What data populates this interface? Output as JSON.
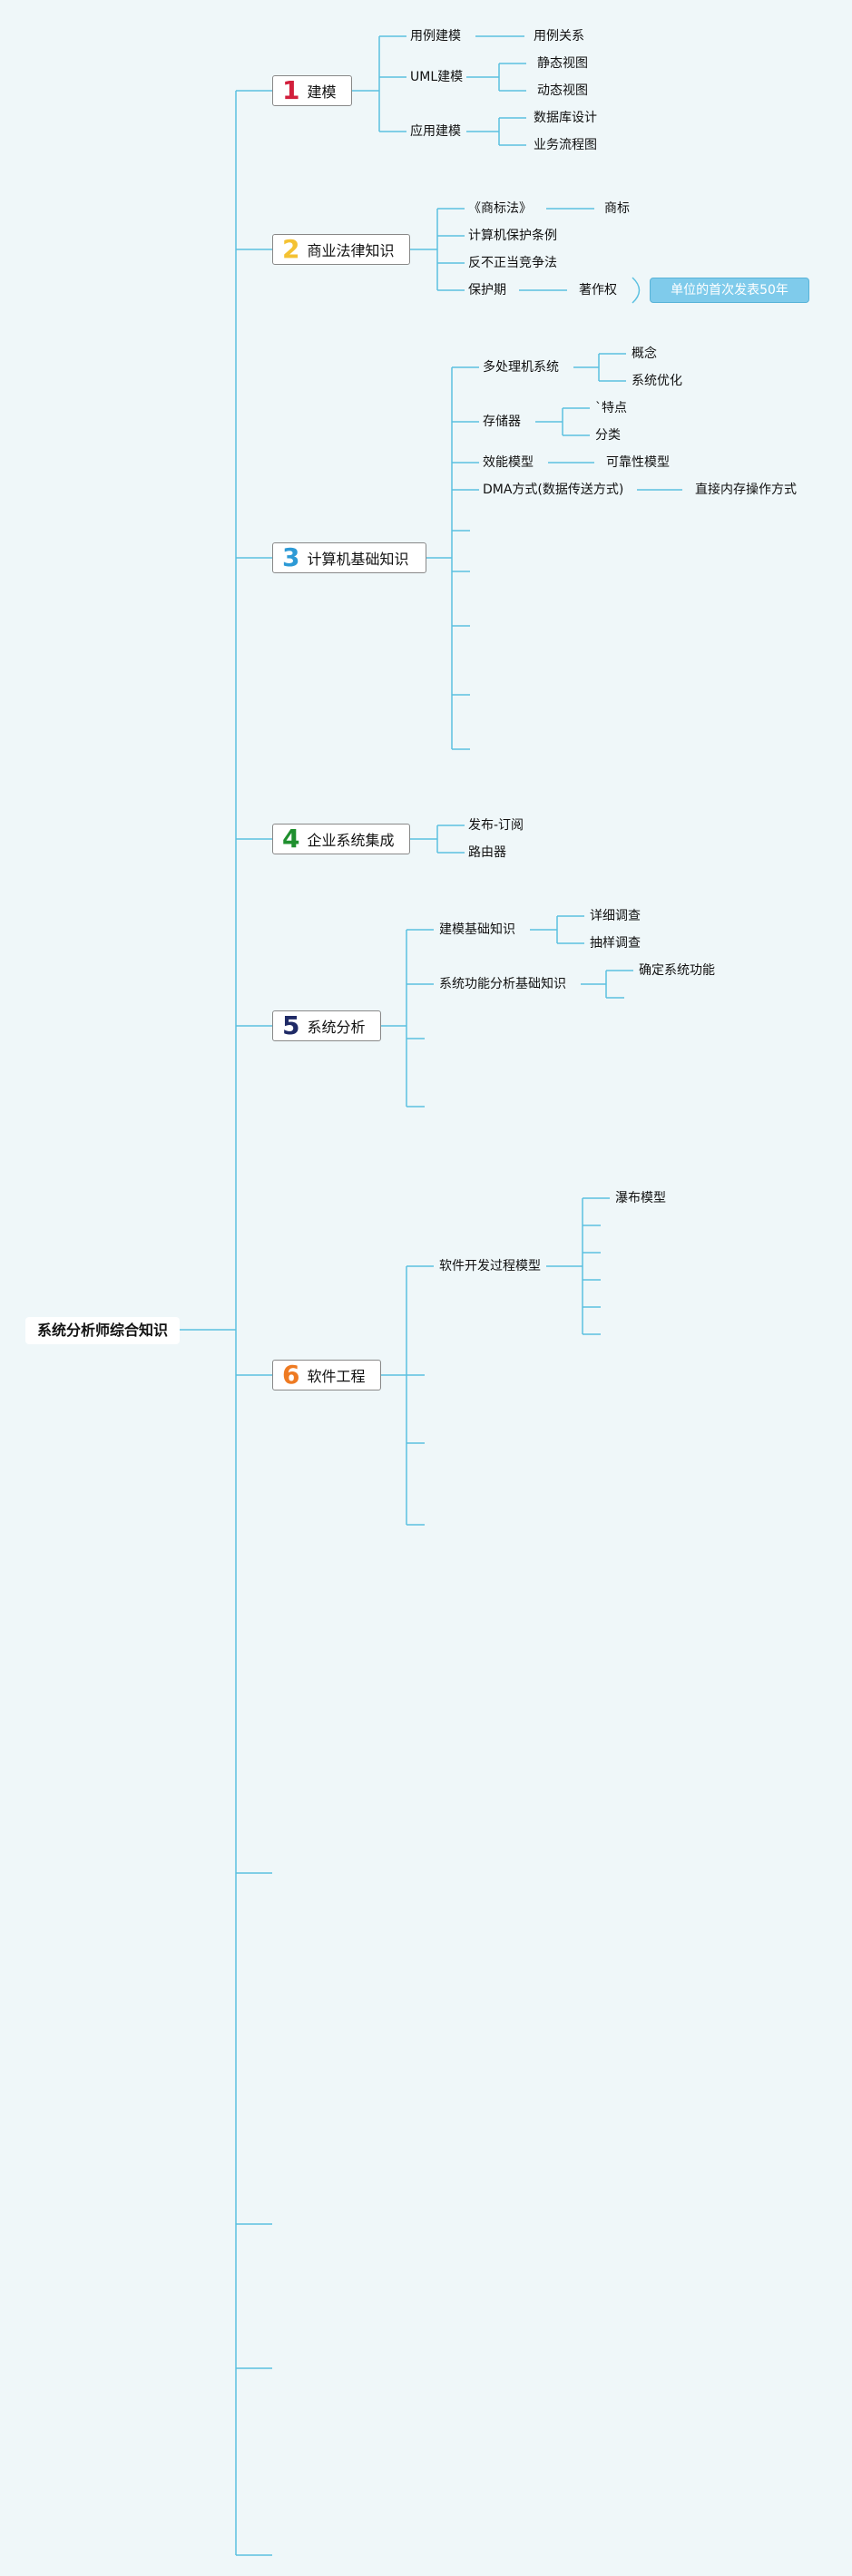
{
  "root": {
    "label": "系统分析师综合知识"
  },
  "topics": [
    {
      "num": "1",
      "label": "建模",
      "color": "#d21f3c"
    },
    {
      "num": "2",
      "label": "商业法律知识",
      "color": "#f4c233"
    },
    {
      "num": "3",
      "label": "计算机基础知识",
      "color": "#2d9ad6"
    },
    {
      "num": "4",
      "label": "企业系统集成",
      "color": "#1f8f2e"
    },
    {
      "num": "5",
      "label": "系统分析",
      "color": "#1f2a66"
    },
    {
      "num": "6",
      "label": "软件工程",
      "color": "#ee7a22"
    }
  ],
  "t1": {
    "use_case_modeling": "用例建模",
    "use_case_relations": "用例关系",
    "uml_modeling": "UML建模",
    "static_view": "静态视图",
    "dynamic_view": "动态视图",
    "app_modeling": "应用建模",
    "database_design": "数据库设计",
    "business_flow": "业务流程图"
  },
  "t2": {
    "trademark_law": "《商标法》",
    "trademark": "商标",
    "software_protection": "计算机保护条例",
    "anti_unfair": "反不正当竞争法",
    "protection_period": "保护期",
    "copyright": "著作权",
    "callout": "单位的首次发表50年"
  },
  "t3": {
    "multiprocessor": "多处理机系统",
    "concept": "概念",
    "sys_opt": "系统优化",
    "storage": "存储器",
    "features": "`特点",
    "classification": "分类",
    "perf_model": "效能模型",
    "reliability_model": "可靠性模型",
    "dma": "DMA方式(数据传送方式)",
    "direct_mem": "直接内存操作方式"
  },
  "t4": {
    "pubsub": "发布-订阅",
    "router": "路由器"
  },
  "t5": {
    "modeling_basics": "建模基础知识",
    "detailed_survey": "详细调查",
    "sample_survey": "抽样调查",
    "func_analysis": "系统功能分析基础知识",
    "determine_func": "确定系统功能"
  },
  "t6": {
    "dev_process_model": "软件开发过程模型",
    "waterfall": "瀑布模型"
  },
  "colors": {
    "line": "#5bc0e0",
    "background": "#eff7f9",
    "callout": "#7fcbeb"
  }
}
